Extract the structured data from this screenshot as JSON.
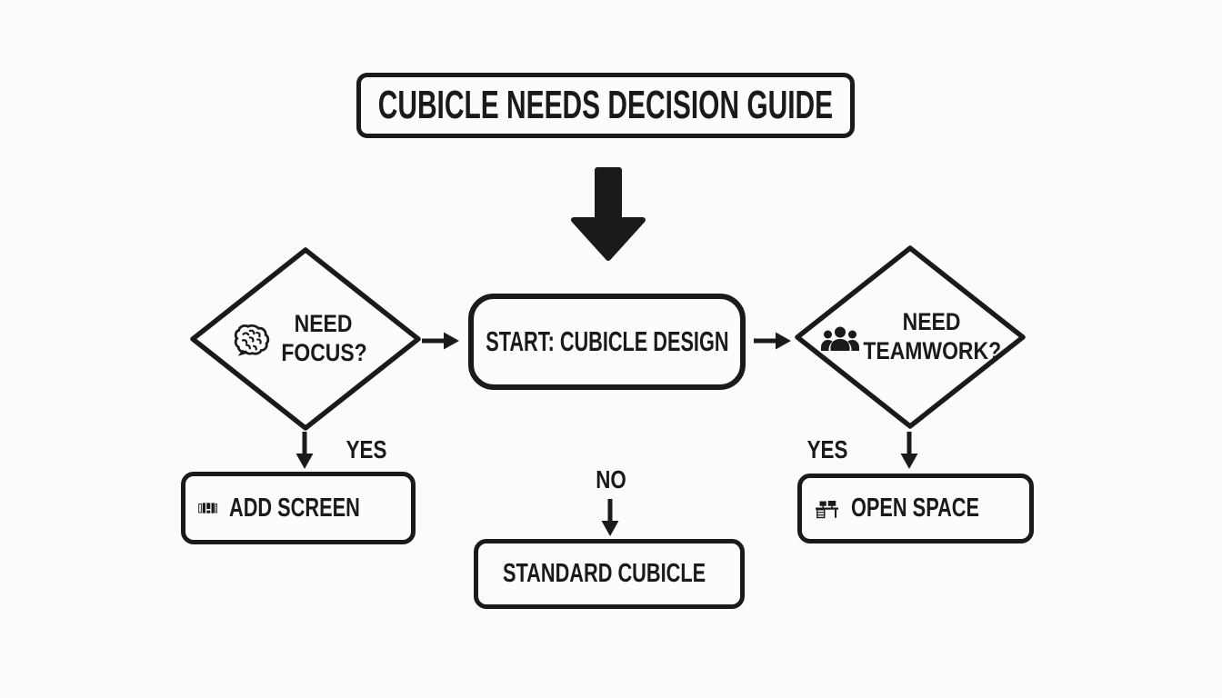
{
  "title": "CUBICLE NEEDS DECISION GUIDE",
  "nodes": {
    "start": {
      "label": "START: CUBICLE DESIGN"
    },
    "focus": {
      "line1": "NEED",
      "line2": "FOCUS?",
      "icon": "brain-icon"
    },
    "teamwork": {
      "line1": "NEED",
      "line2": "TEAMWORK?",
      "icon": "people-group-icon"
    },
    "add_screen": {
      "label": "ADD SCREEN",
      "icon": "privacy-screen-icon"
    },
    "standard": {
      "label": "STANDARD CUBICLE",
      "icon": "desk-arrow-icon"
    },
    "open_space": {
      "label": "OPEN SPACE",
      "icon": "desk-monitors-icon"
    }
  },
  "edges": {
    "focus_yes_label": "YES",
    "teamwork_yes_label": "YES",
    "start_no_label": "NO"
  },
  "colors": {
    "ink": "#1a1a1a",
    "background": "#fbfbfb"
  }
}
